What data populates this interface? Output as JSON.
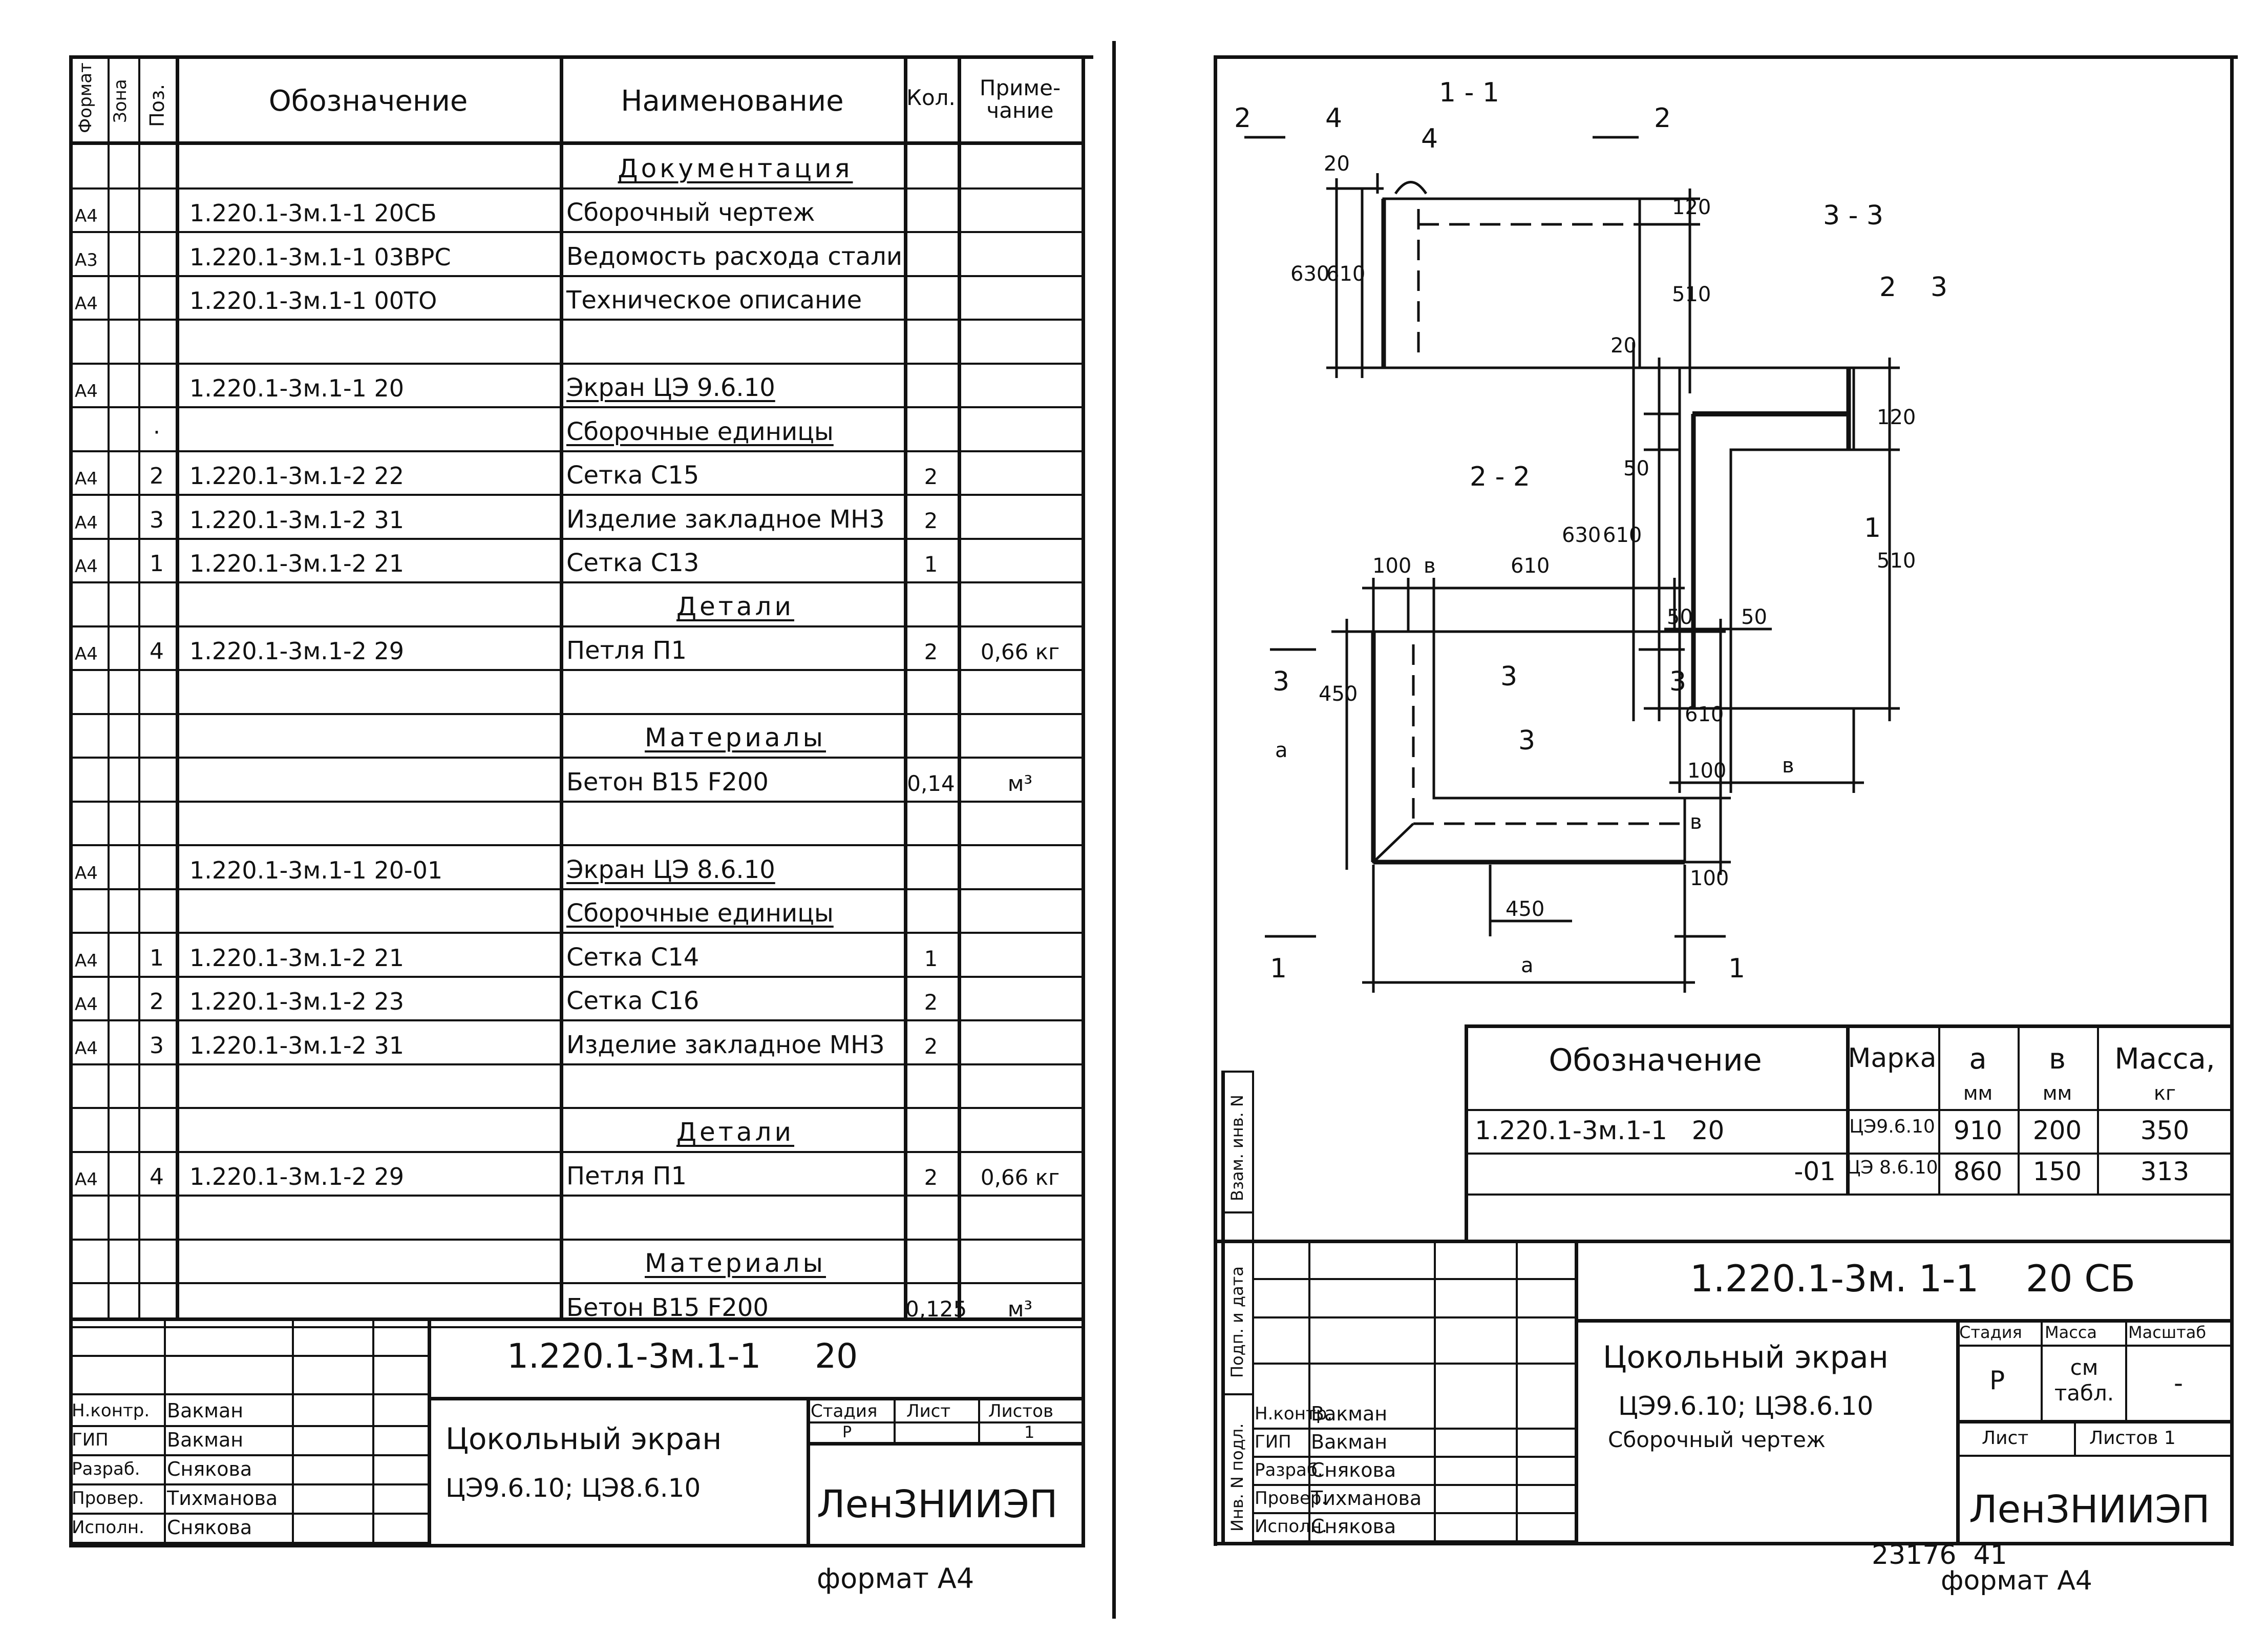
{
  "left_sheet": {
    "header": {
      "format": "Формат",
      "zone": "Зона",
      "pos": "Поз.",
      "designation": "Обозначение",
      "name": "Наименование",
      "qty": "Кол.",
      "note": "Приме-\nчание"
    },
    "rows": [
      {
        "format": "",
        "pos": "",
        "designation": "",
        "name": "Документация",
        "qty": "",
        "note": "",
        "section": true
      },
      {
        "format": "А4",
        "pos": "",
        "designation": "1.220.1-3м.1-1   20СБ",
        "name": "Сборочный чертеж",
        "qty": "",
        "note": ""
      },
      {
        "format": "А3",
        "pos": "",
        "designation": "1.220.1-3м.1-1  03ВРС",
        "name": "Ведомость расхода стали",
        "qty": "",
        "note": ""
      },
      {
        "format": "А4",
        "pos": "",
        "designation": "1.220.1-3м.1-1   00ТО",
        "name": "Техническое описание",
        "qty": "",
        "note": ""
      },
      {
        "format": "",
        "pos": "",
        "designation": "",
        "name": "",
        "qty": "",
        "note": ""
      },
      {
        "format": "А4",
        "pos": "",
        "designation": "1.220.1-3м.1-1   20",
        "name": "Экран ЦЭ 9.6.10",
        "qty": "",
        "note": "",
        "underline": true
      },
      {
        "format": "",
        "pos": "·",
        "designation": "",
        "name": "Сборочные единицы",
        "qty": "",
        "note": "",
        "underline": true
      },
      {
        "format": "А4",
        "pos": "2",
        "designation": "1.220.1-3м.1-2    22",
        "name": "Сетка С15",
        "qty": "2",
        "note": ""
      },
      {
        "format": "А4",
        "pos": "3",
        "designation": "1.220.1-3м.1-2    31",
        "name": "Изделие закладное МН3",
        "qty": "2",
        "note": ""
      },
      {
        "format": "А4",
        "pos": "1",
        "designation": "1.220.1-3м.1-2    21",
        "name": "Сетка С13",
        "qty": "1",
        "note": ""
      },
      {
        "format": "",
        "pos": "",
        "designation": "",
        "name": "Детали",
        "qty": "",
        "note": "",
        "section": true
      },
      {
        "format": "А4",
        "pos": "4",
        "designation": "1.220.1-3м.1-2    29",
        "name": "Петля П1",
        "qty": "2",
        "note": "0,66 кг"
      },
      {
        "format": "",
        "pos": "",
        "designation": "",
        "name": "",
        "qty": "",
        "note": ""
      },
      {
        "format": "",
        "pos": "",
        "designation": "",
        "name": "Материалы",
        "qty": "",
        "note": "",
        "section": true
      },
      {
        "format": "",
        "pos": "",
        "designation": "",
        "name": "Бетон В15 F200",
        "qty": "0,14",
        "note": "м³"
      },
      {
        "format": "",
        "pos": "",
        "designation": "",
        "name": "",
        "qty": "",
        "note": ""
      },
      {
        "format": "А4",
        "pos": "",
        "designation": "1.220.1-3м.1-1   20-01",
        "name": "Экран ЦЭ 8.6.10",
        "qty": "",
        "note": "",
        "underline": true
      },
      {
        "format": "",
        "pos": "",
        "designation": "",
        "name": "Сборочные единицы",
        "qty": "",
        "note": "",
        "underline": true
      },
      {
        "format": "А4",
        "pos": "1",
        "designation": "1.220.1-3м.1-2    21",
        "name": "Сетка С14",
        "qty": "1",
        "note": ""
      },
      {
        "format": "А4",
        "pos": "2",
        "designation": "1.220.1-3м.1-2    23",
        "name": "Сетка С16",
        "qty": "2",
        "note": ""
      },
      {
        "format": "А4",
        "pos": "3",
        "designation": "1.220.1-3м.1-2    31",
        "name": "Изделие закладное МН3",
        "qty": "2",
        "note": ""
      },
      {
        "format": "",
        "pos": "",
        "designation": "",
        "name": "",
        "qty": "",
        "note": ""
      },
      {
        "format": "",
        "pos": "",
        "designation": "",
        "name": "Детали",
        "qty": "",
        "note": "",
        "section": true
      },
      {
        "format": "А4",
        "pos": "4",
        "designation": "1.220.1-3м.1-2    29",
        "name": "Петля П1",
        "qty": "2",
        "note": "0,66 кг"
      },
      {
        "format": "",
        "pos": "",
        "designation": "",
        "name": "",
        "qty": "",
        "note": ""
      },
      {
        "format": "",
        "pos": "",
        "designation": "",
        "name": "Материалы",
        "qty": "",
        "note": "",
        "section": true
      },
      {
        "format": "",
        "pos": "",
        "designation": "",
        "name": "Бетон В15  F200",
        "qty": "0,125",
        "note": "м³"
      }
    ],
    "title_block": {
      "doc_number": "1.220.1-3м.1-1     20",
      "title_line1": "Цокольный экран",
      "title_line2": "ЦЭ9.6.10; ЦЭ8.6.10",
      "stage_label": "Стадия",
      "sheet_label": "Лист",
      "sheets_label": "Листов",
      "stage": "Р",
      "sheets": "1",
      "org": "ЛенЗНИИЭП",
      "roles": [
        {
          "role": "Н.контр.",
          "name": "Вакман"
        },
        {
          "role": "ГИП",
          "name": "Вакман"
        },
        {
          "role": "Разраб.",
          "name": "Снякова"
        },
        {
          "role": "Провер.",
          "name": "Тихманова"
        },
        {
          "role": "Исполн.",
          "name": "Снякова"
        }
      ]
    },
    "format_caption": "формат А4"
  },
  "right_sheet": {
    "section_labels": {
      "s11": "1 - 1",
      "s22": "2 - 2",
      "s33": "3 - 3",
      "cut1": "1",
      "cut2": "2",
      "cut3": "3"
    },
    "dims": {
      "d20": "20",
      "d630": "630",
      "d610": "610",
      "d120": "120",
      "d510": "510",
      "d50": "50",
      "d100": "100",
      "d450": "450",
      "a": "а",
      "b": "в",
      "p1": "1",
      "p2": "2",
      "p3": "3",
      "p4": "4"
    },
    "marks_table": {
      "headers": [
        "Обозначение",
        "Марка",
        "а",
        "в",
        "Масса,"
      ],
      "units": [
        "",
        "",
        "мм",
        "мм",
        "кг"
      ],
      "rows": [
        [
          "1.220.1-3м.1-1   20",
          "ЦЭ9.6.10",
          "910",
          "200",
          "350"
        ],
        [
          "-01",
          "ЦЭ 8.6.10",
          "860",
          "150",
          "313"
        ]
      ]
    },
    "title_block": {
      "doc_number": "1.220.1-3м. 1-1    20 СБ",
      "title_line1": "Цокольный экран",
      "title_line2": "ЦЭ9.6.10; ЦЭ8.6.10",
      "title_line3": "Сборочный чертеж",
      "stage_label": "Стадия",
      "mass_label": "Масса",
      "scale_label": "Масштаб",
      "stage": "Р",
      "mass": "см табл.",
      "scale": "-",
      "sheet_label": "Лист",
      "sheets_label": "Листов 1",
      "org": "ЛенЗНИИЭП",
      "side_labels": [
        "Инв. N подл.",
        "Подп. и дата",
        "Взам. инв. N"
      ],
      "roles": [
        {
          "role": "Н.контр.",
          "name": "Вакман"
        },
        {
          "role": "ГИП",
          "name": "Вакман"
        },
        {
          "role": "Разраб.",
          "name": "Снякова"
        },
        {
          "role": "Провер.",
          "name": "Тихманова"
        },
        {
          "role": "Исполн.",
          "name": "Снякова"
        }
      ]
    },
    "archive_number": "23176  41",
    "format_caption": "формат А4"
  }
}
